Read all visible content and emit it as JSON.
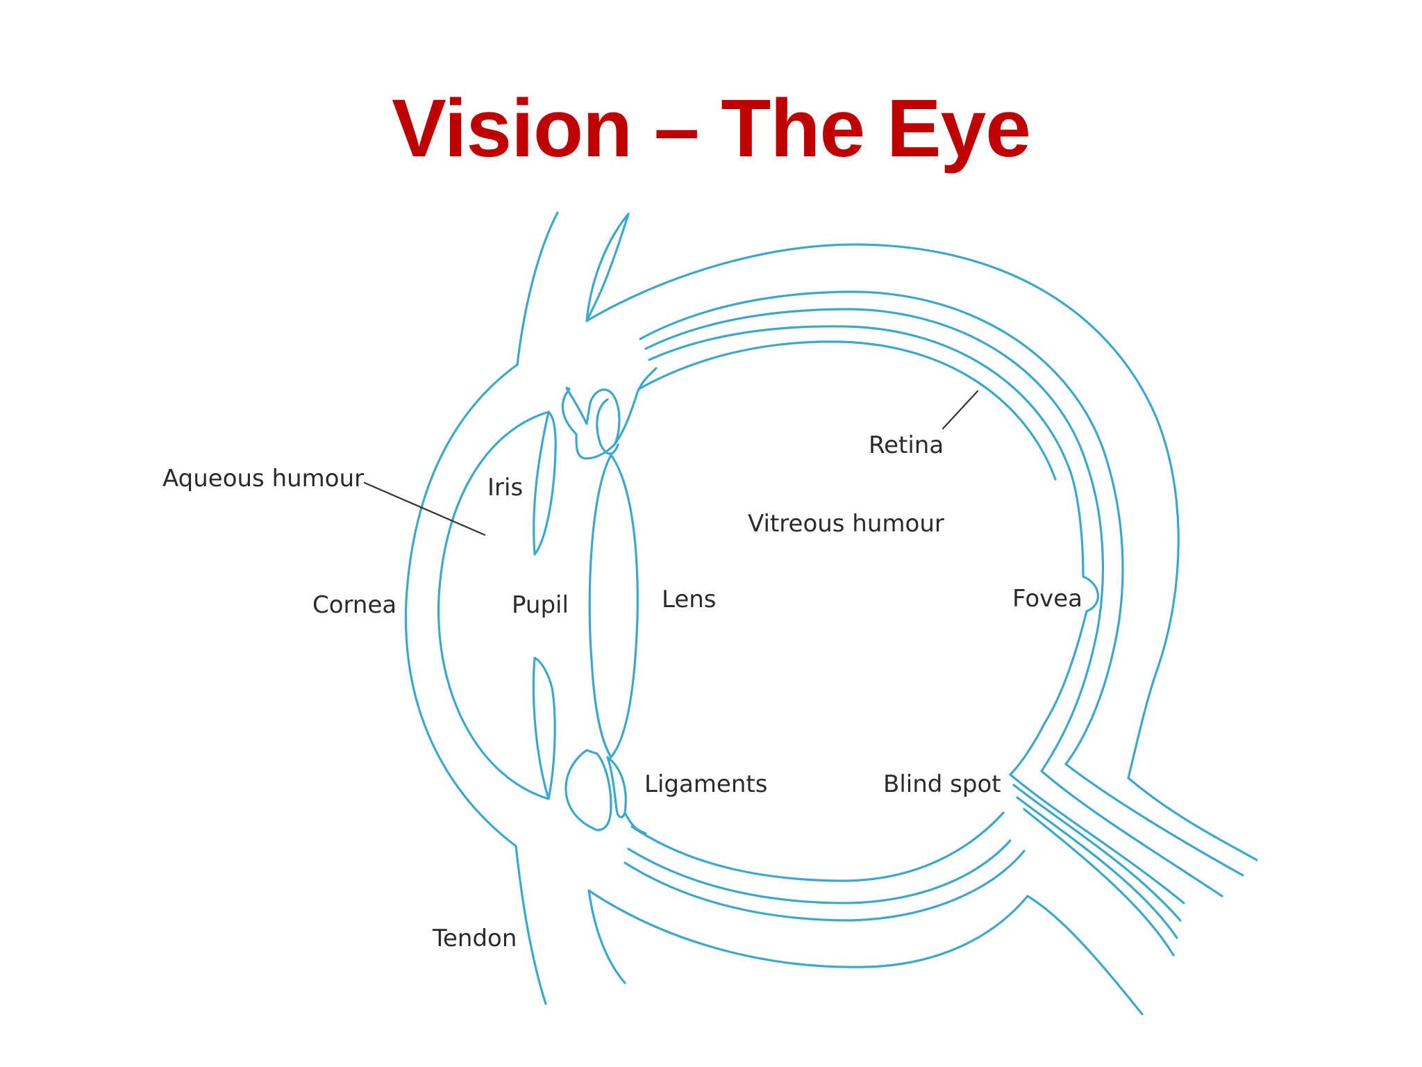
{
  "slide": {
    "title": "Vision – The Eye",
    "title_color": "#c00000"
  },
  "diagram": {
    "line_color": "#3aa8cc",
    "pointer_color": "#333333",
    "label_color": "#2a2a2a",
    "labels": {
      "aqueous_humour": "Aqueous humour",
      "iris": "Iris",
      "cornea": "Cornea",
      "pupil": "Pupil",
      "lens": "Lens",
      "ligaments": "Ligaments",
      "tendon": "Tendon",
      "retina": "Retina",
      "vitreous_humour": "Vitreous humour",
      "fovea": "Fovea",
      "blind_spot": "Blind spot"
    }
  }
}
